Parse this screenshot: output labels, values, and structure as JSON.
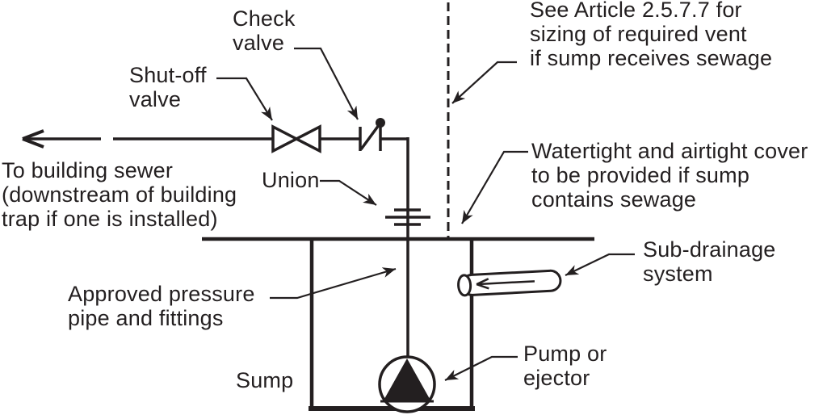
{
  "figure": {
    "colors": {
      "ink": "#231f20",
      "background": "#ffffff"
    },
    "labels": {
      "flow_destination": "To building sewer\n(downstream of building\ntrap if one is installed)",
      "shut_off_valve": "Shut-off\nvalve",
      "check_valve": "Check\nvalve",
      "union": "Union",
      "vent_note": "See Article 2.5.7.7 for\nsizing of required vent\nif sump receives sewage",
      "cover_note": "Watertight and airtight cover\nto be provided if sump\ncontains sewage",
      "sub_drainage": "Sub-drainage\nsystem",
      "pressure_pipe": "Approved pressure\npipe and fittings",
      "sump": "Sump",
      "pump": "Pump or\nejector"
    }
  }
}
